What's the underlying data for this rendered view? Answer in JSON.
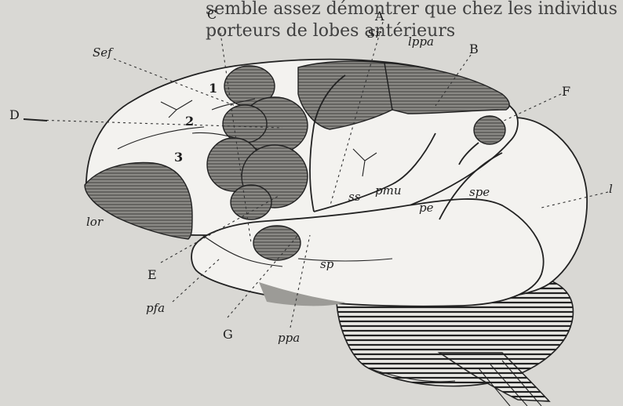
{
  "caption": {
    "line1": "semble assez démontrer que chez les individus",
    "line2": "porteurs de lobes antérieurs"
  },
  "labels": {
    "C": "C",
    "A": "A",
    "B": "B",
    "D": "D",
    "F": "F",
    "E": "E",
    "G": "G",
    "l": "l",
    "Sr": "Sr",
    "lppa": "lppa",
    "Sef": "Sef",
    "n1": "1",
    "n2": "2",
    "n3": "3",
    "lor": "lor",
    "ss": "ss",
    "pmu": "pmu",
    "pe": "pe",
    "spe": "spe",
    "sp": "sp",
    "pfa": "pfa",
    "ppa": "ppa"
  },
  "colors": {
    "background": "#d9d8d4",
    "paper": "#f3f2ef",
    "ink": "#222222"
  }
}
